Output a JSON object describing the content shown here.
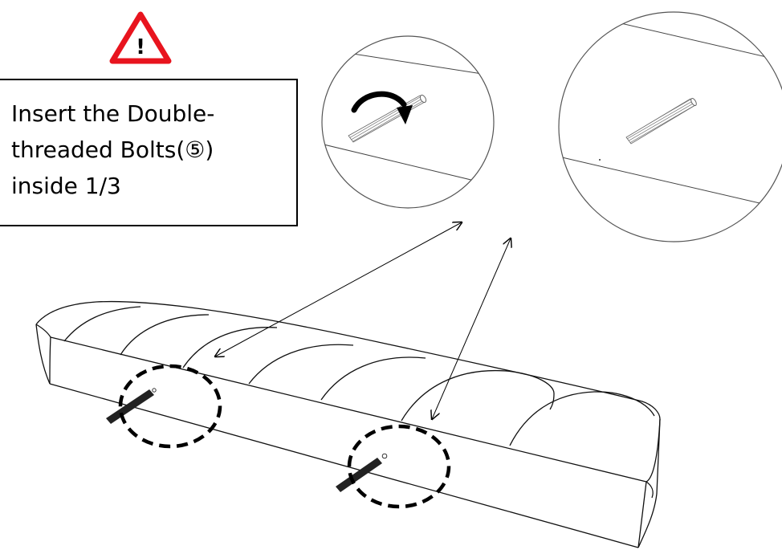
{
  "instruction": {
    "text": "Insert the Double-\nthreaded Bolts(⑤)\ninside 1/3"
  },
  "icons": {
    "warning": "warning-triangle-icon",
    "warning_color": "#e8141e",
    "warning_glyph": "!"
  },
  "callouts": [
    {
      "id": "detail-turning-bolt"
    },
    {
      "id": "detail-inserted-bolt"
    }
  ]
}
